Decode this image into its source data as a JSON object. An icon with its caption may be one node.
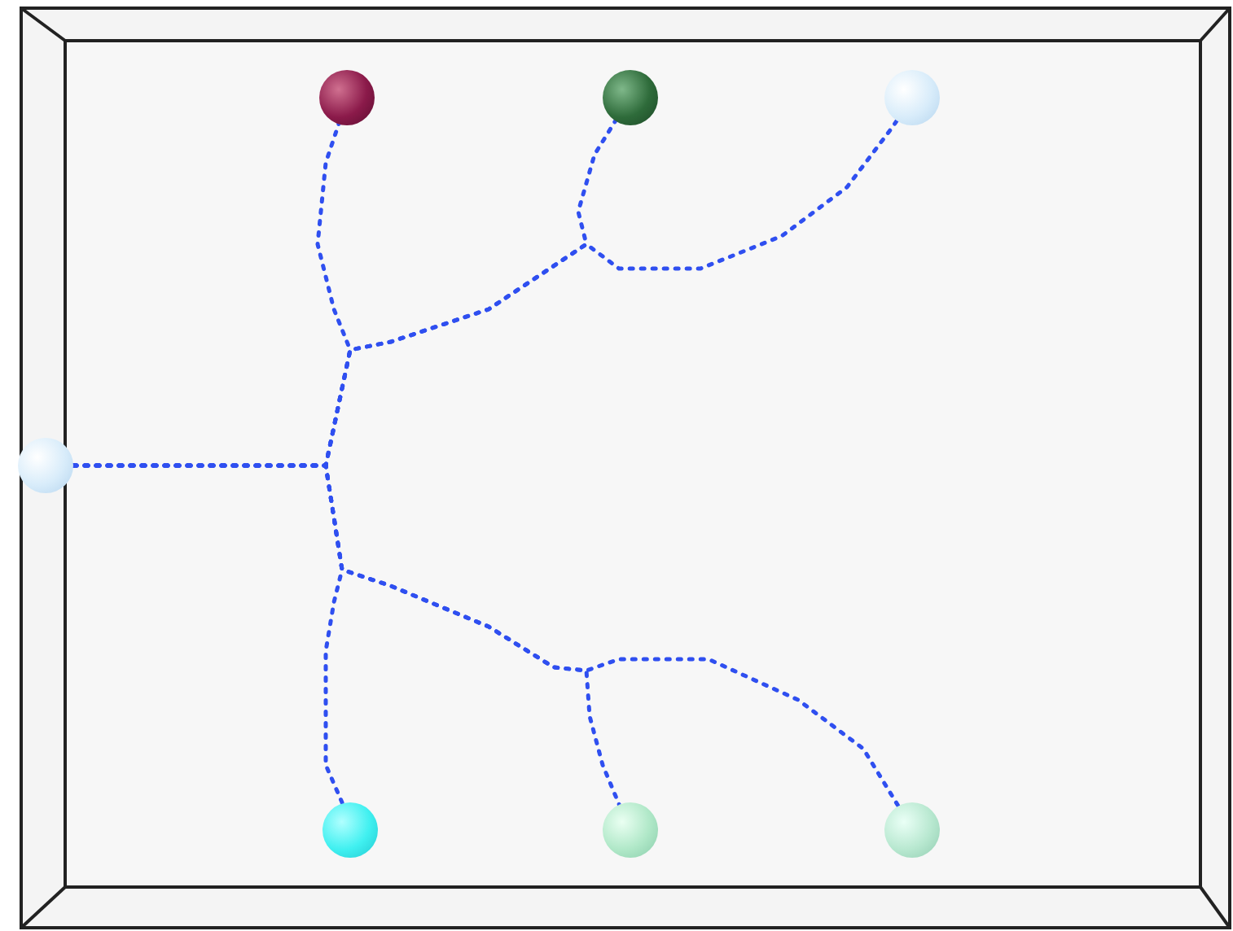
{
  "diagram": {
    "nodes": [
      {
        "text": [],
        "shape": "circle"
      },
      {
        "text": [],
        "shape": "circle"
      },
      {
        "text": [],
        "shape": "circle"
      },
      {
        "text": [],
        "shape": "circle"
      },
      {
        "text": [],
        "shape": "circle"
      },
      {
        "text": [],
        "shape": "circle"
      },
      {
        "text": [],
        "shape": "circle"
      }
    ],
    "edges": [
      {
        "from": 3,
        "to": 0,
        "arrow": "none",
        "style": "dashed"
      },
      {
        "from": 3,
        "to": 1,
        "arrow": "none",
        "style": "dashed"
      },
      {
        "from": 3,
        "to": 2,
        "arrow": "none",
        "style": "dashed"
      },
      {
        "from": 3,
        "to": 4,
        "arrow": "none",
        "style": "dashed"
      },
      {
        "from": 3,
        "to": 5,
        "arrow": "none",
        "style": "dashed"
      },
      {
        "from": 3,
        "to": 6,
        "arrow": "none",
        "style": "dashed"
      }
    ]
  }
}
